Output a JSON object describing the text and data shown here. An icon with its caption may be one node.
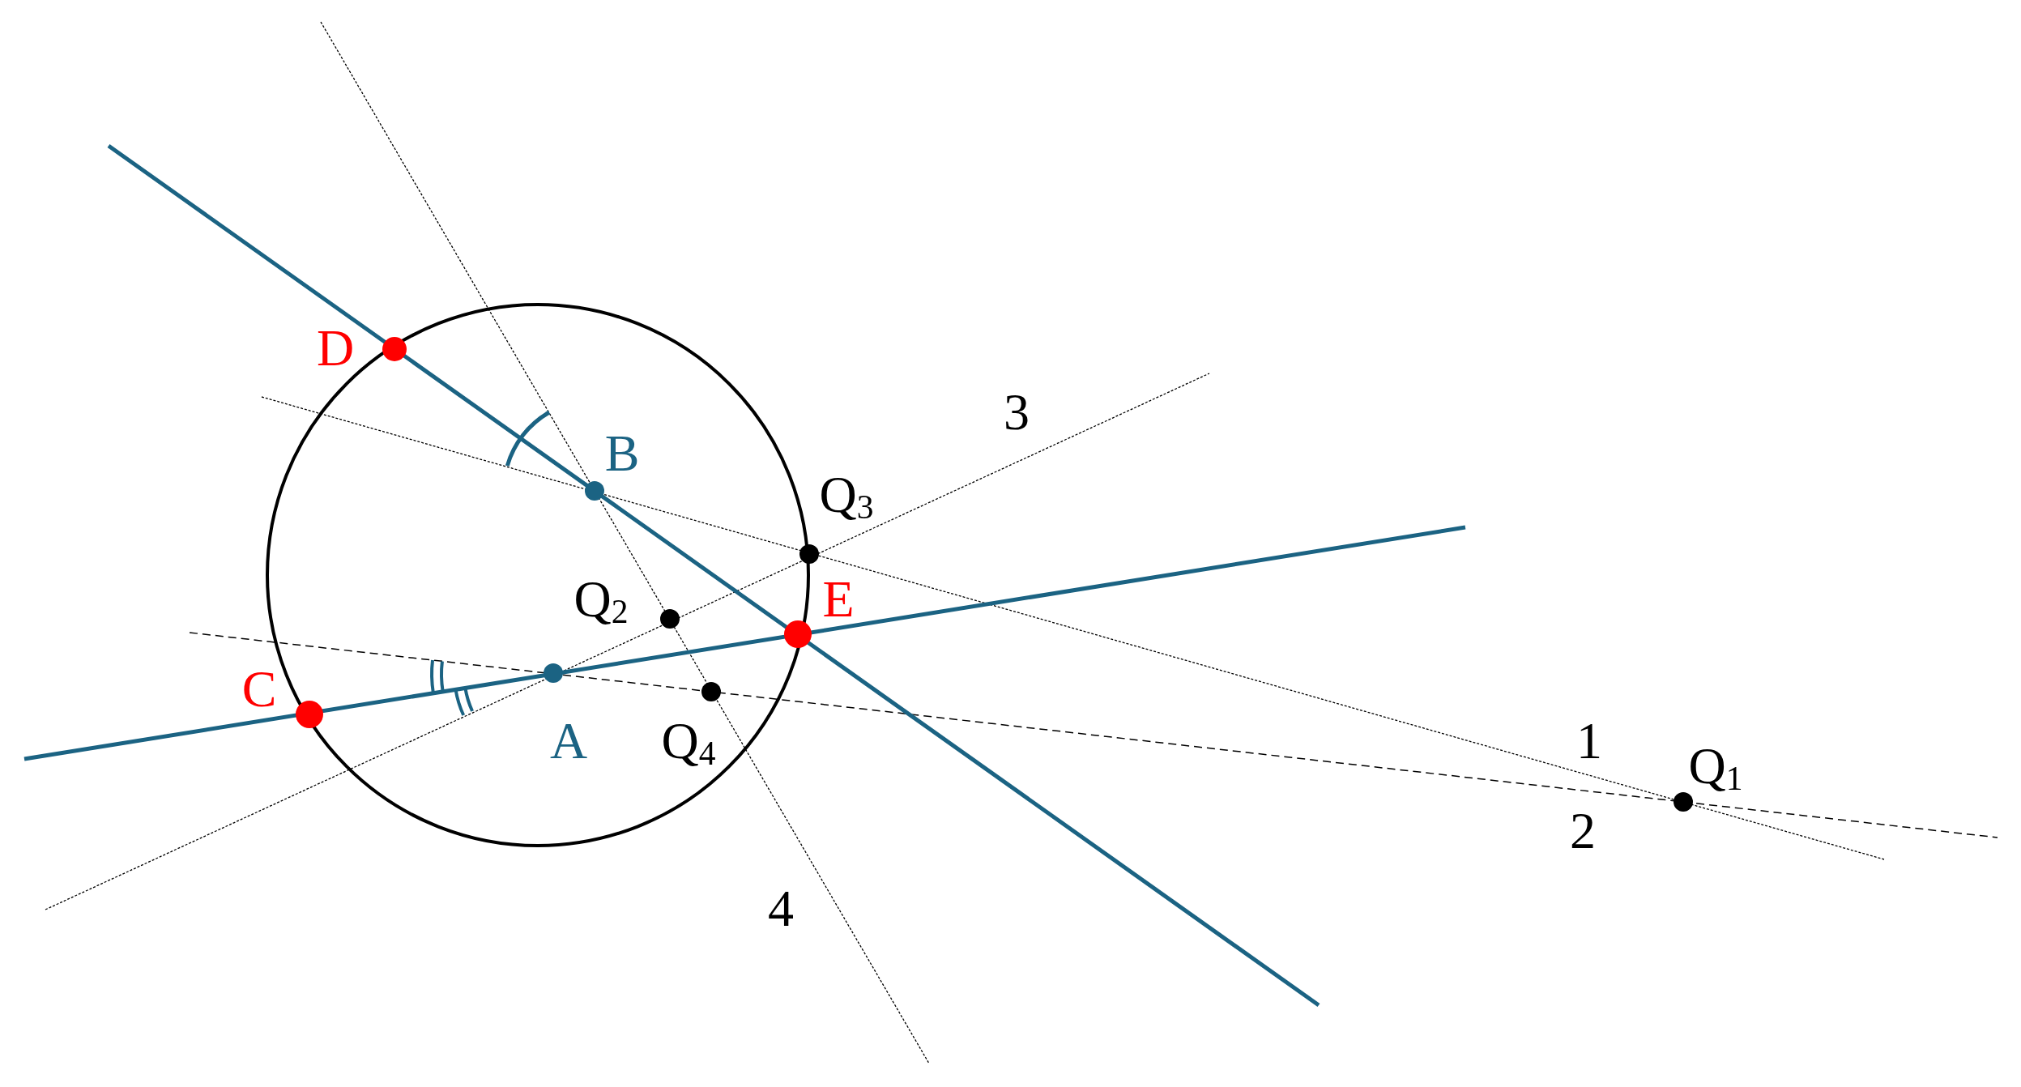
{
  "diagram": {
    "labels": [
      "D",
      "3",
      "B",
      "Q$_{3}$",
      "Q$_{2}$",
      "E",
      "C",
      "A",
      "Q$_{4}$",
      "1",
      "Q$_{1}$",
      "2",
      "4"
    ]
  }
}
